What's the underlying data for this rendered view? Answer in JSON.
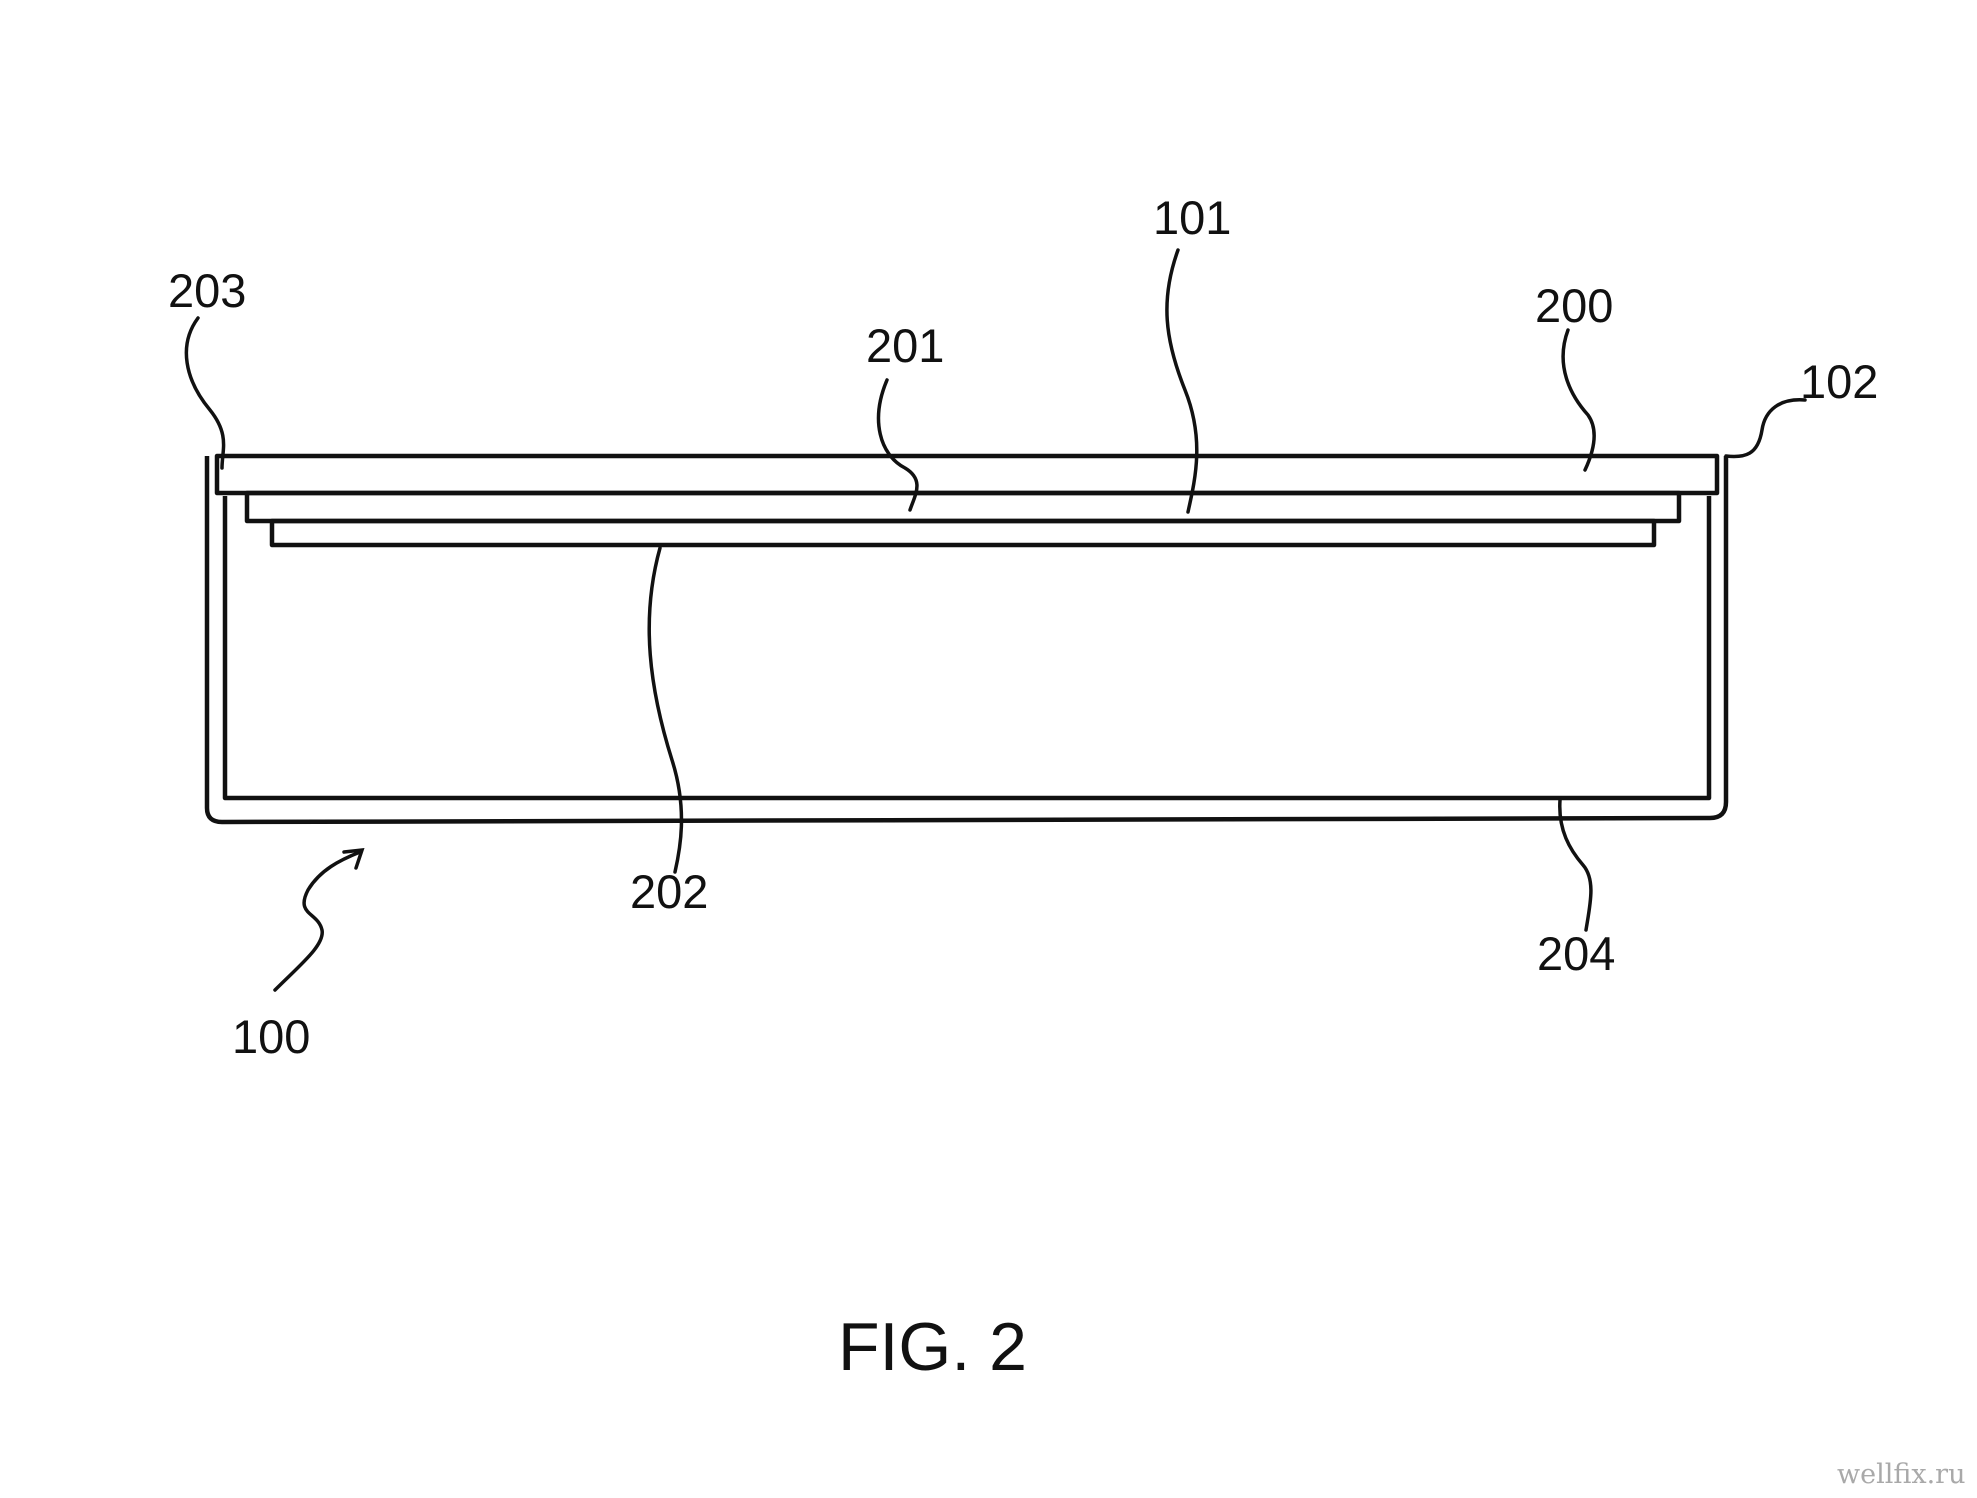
{
  "figure": {
    "caption": "FIG. 2",
    "watermark": "wellfix.ru",
    "reference_labels": {
      "r100": "100",
      "r101": "101",
      "r102": "102",
      "r200": "200",
      "r201": "201",
      "r202": "202",
      "r203": "203",
      "r204": "204"
    }
  }
}
